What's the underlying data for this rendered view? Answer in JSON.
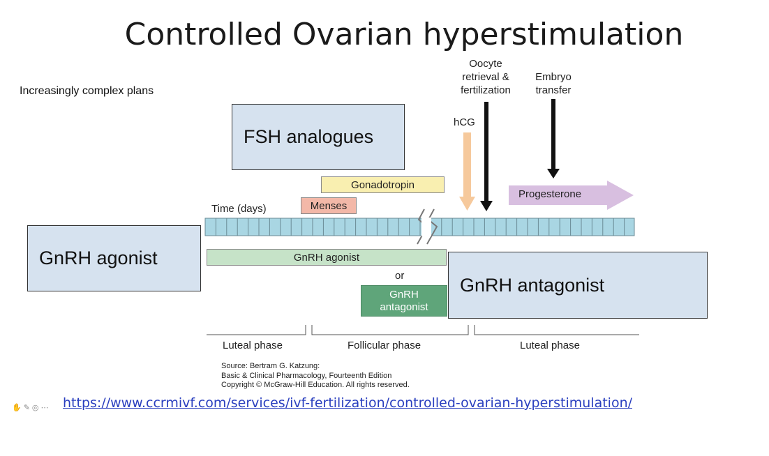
{
  "slide": {
    "title": "Controlled Ovarian hyperstimulation",
    "subtitle": "Increasingly complex plans",
    "boxes": {
      "fsh": "FSH analogues",
      "agonist": "GnRH agonist",
      "antagonist": "GnRH antagonist"
    },
    "link": "https://www.ccrmivf.com/services/ivf-fertilization/controlled-ovarian-hyperstimulation/"
  },
  "figure": {
    "time_label": "Time (days)",
    "menses": "Menses",
    "gonadotropin": "Gonadotropin",
    "gnrh_agonist": "GnRH agonist",
    "or": "or",
    "gnrh_antagonist_line1": "GnRH",
    "gnrh_antagonist_line2": "antagonist",
    "hcg": "hCG",
    "oocyte_line1": "Oocyte",
    "oocyte_line2": "retrieval &",
    "oocyte_line3": "fertilization",
    "embryo_line1": "Embryo",
    "embryo_line2": "transfer",
    "progesterone": "Progesterone",
    "phases": [
      "Luteal phase",
      "Follicular phase",
      "Luteal phase"
    ],
    "source_lines": [
      "Source: Bertram G. Katzung:",
      "Basic & Clinical Pharmacology, Fourteenth Edition",
      "Copyright © McGraw-Hill Education. All rights reserved."
    ],
    "colors": {
      "timeline": "#a9d6e3",
      "menses": "#f3b8a8",
      "gonadotropin": "#f9efb0",
      "agonist": "#c6e3c8",
      "antagonist": "#5fa57a",
      "hcg_arrow": "#f6c99c",
      "progesterone": "#d8bfe0",
      "box": "#d6e2ef"
    }
  }
}
